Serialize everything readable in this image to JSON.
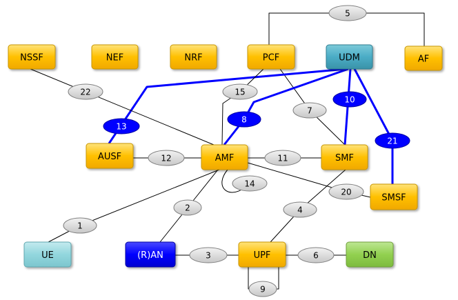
{
  "colors": {
    "nf_fill": "#FFC000",
    "nf_stroke": "#C89600",
    "udm_fill": "#4BACC6",
    "udm_stroke": "#2F7E92",
    "ue_fill": "#92D6DD",
    "ue_stroke": "#5FA8B0",
    "ran_fill": "#0000FF",
    "ran_stroke": "#0000A0",
    "dn_fill": "#92D050",
    "dn_stroke": "#6FA03A",
    "line_black": "#000000",
    "line_blue": "#0000FF",
    "label_gray": "#D9D9D9",
    "label_blue": "#0000FF"
  },
  "nodes": [
    {
      "id": "nssf",
      "label": "NSSF",
      "style": "nf"
    },
    {
      "id": "nef",
      "label": "NEF",
      "style": "nf"
    },
    {
      "id": "nrf",
      "label": "NRF",
      "style": "nf"
    },
    {
      "id": "pcf",
      "label": "PCF",
      "style": "nf"
    },
    {
      "id": "udm",
      "label": "UDM",
      "style": "udm"
    },
    {
      "id": "af",
      "label": "AF",
      "style": "nf"
    },
    {
      "id": "ausf",
      "label": "AUSF",
      "style": "nf"
    },
    {
      "id": "amf",
      "label": "AMF",
      "style": "nf"
    },
    {
      "id": "smf",
      "label": "SMF",
      "style": "nf"
    },
    {
      "id": "smsf",
      "label": "SMSF",
      "style": "nf"
    },
    {
      "id": "ue",
      "label": "UE",
      "style": "ue"
    },
    {
      "id": "ran",
      "label": "(R)AN",
      "style": "ran"
    },
    {
      "id": "upf",
      "label": "UPF",
      "style": "nf"
    },
    {
      "id": "dn",
      "label": "DN",
      "style": "dn"
    }
  ],
  "interfaces": [
    {
      "id": "n1",
      "label": "1",
      "style": "gray",
      "from": "ue",
      "to": "amf"
    },
    {
      "id": "n2",
      "label": "2",
      "style": "gray",
      "from": "ran",
      "to": "amf"
    },
    {
      "id": "n3",
      "label": "3",
      "style": "gray",
      "from": "ran",
      "to": "upf"
    },
    {
      "id": "n4",
      "label": "4",
      "style": "gray",
      "from": "upf",
      "to": "smf"
    },
    {
      "id": "n5",
      "label": "5",
      "style": "gray",
      "from": "pcf",
      "to": "af"
    },
    {
      "id": "n6",
      "label": "6",
      "style": "gray",
      "from": "upf",
      "to": "dn"
    },
    {
      "id": "n7",
      "label": "7",
      "style": "gray",
      "from": "pcf",
      "to": "smf"
    },
    {
      "id": "n8",
      "label": "8",
      "style": "blue",
      "from": "udm",
      "to": "amf"
    },
    {
      "id": "n9",
      "label": "9",
      "style": "gray",
      "from": "upf",
      "to": "upf"
    },
    {
      "id": "n10",
      "label": "10",
      "style": "blue",
      "from": "udm",
      "to": "smf"
    },
    {
      "id": "n11",
      "label": "11",
      "style": "gray",
      "from": "amf",
      "to": "smf"
    },
    {
      "id": "n12",
      "label": "12",
      "style": "gray",
      "from": "ausf",
      "to": "amf"
    },
    {
      "id": "n13",
      "label": "13",
      "style": "blue",
      "from": "udm",
      "to": "ausf"
    },
    {
      "id": "n14",
      "label": "14",
      "style": "gray",
      "from": "amf",
      "to": "amf"
    },
    {
      "id": "n15",
      "label": "15",
      "style": "gray",
      "from": "pcf",
      "to": "amf"
    },
    {
      "id": "n20",
      "label": "20",
      "style": "gray",
      "from": "amf",
      "to": "smsf"
    },
    {
      "id": "n21",
      "label": "21",
      "style": "blue",
      "from": "udm",
      "to": "smsf"
    },
    {
      "id": "n22",
      "label": "22",
      "style": "gray",
      "from": "nssf",
      "to": "amf"
    }
  ]
}
